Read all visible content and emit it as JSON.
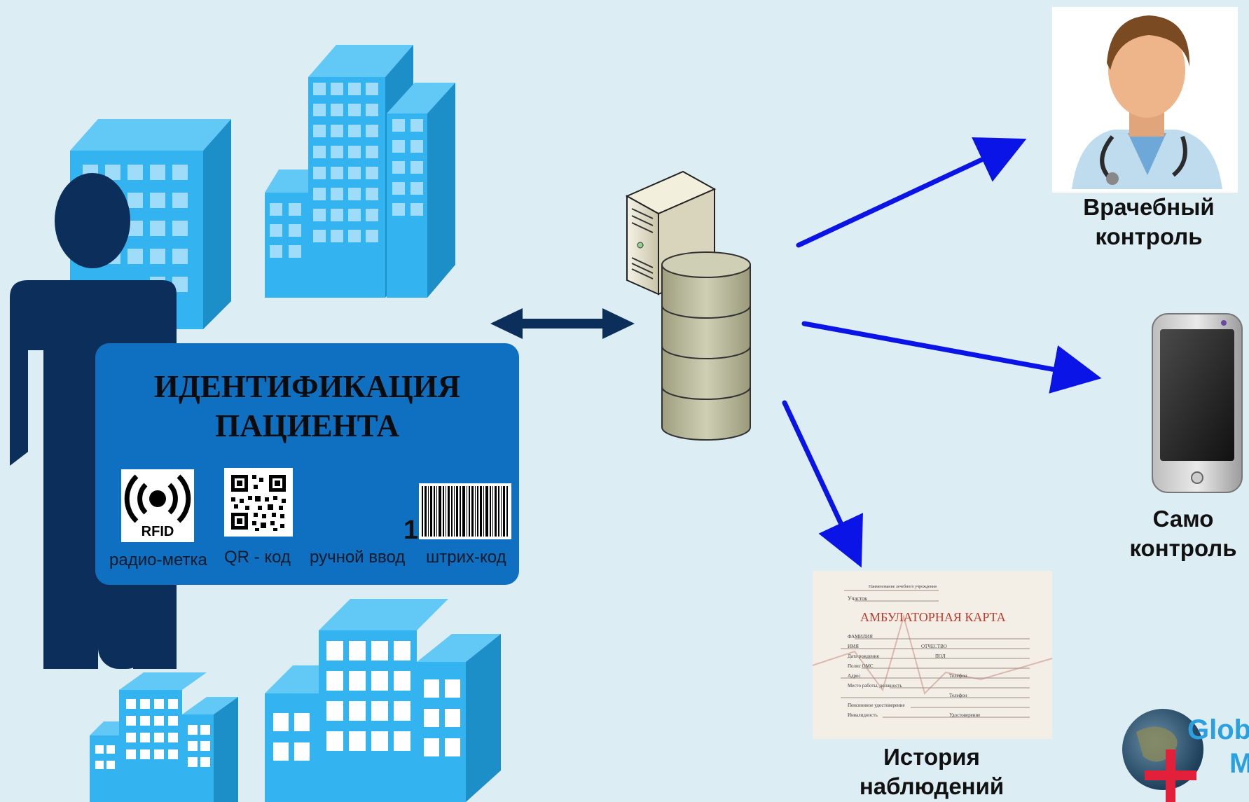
{
  "card": {
    "title_line1": "ИДЕНТИФИКАЦИЯ",
    "title_line2": "ПАЦИЕНТА",
    "rfid_badge": "RFID",
    "manual_code": "1096142",
    "methods": [
      "радио-метка",
      "QR - код",
      "ручной ввод",
      "штрих-код"
    ]
  },
  "outputs": {
    "doctor": {
      "line1": "Врачебный",
      "line2": "контроль"
    },
    "self": {
      "line1": "Само",
      "line2": "контроль"
    },
    "history": {
      "line1": "История",
      "line2": "наблюдений"
    }
  },
  "med_card": {
    "institution": "Наименование лечебного учреждения",
    "section": "Участок",
    "title": "АМБУЛАТОРНАЯ КАРТА",
    "fields": [
      "ФАМИЛИЯ",
      "ИМЯ",
      "ОТЧЕСТВО",
      "Дата рождения",
      "ПОЛ",
      "Полис ОМС",
      "Адрес",
      "Телефон",
      "Место работы, должность",
      "Телефон",
      "Пенсионное удостоверение",
      "Инвалидность",
      "Удостоверение"
    ]
  },
  "logo": {
    "text1": "Glob",
    "text2": "M"
  },
  "colors": {
    "background": "#dcedf3",
    "card": "#0f6fc0",
    "person": "#0b2e5a",
    "building": "#33b4f0",
    "arrow_blue": "#0a14e6",
    "arrow_navy": "#0b2e5a",
    "db": "#b8b89a"
  }
}
